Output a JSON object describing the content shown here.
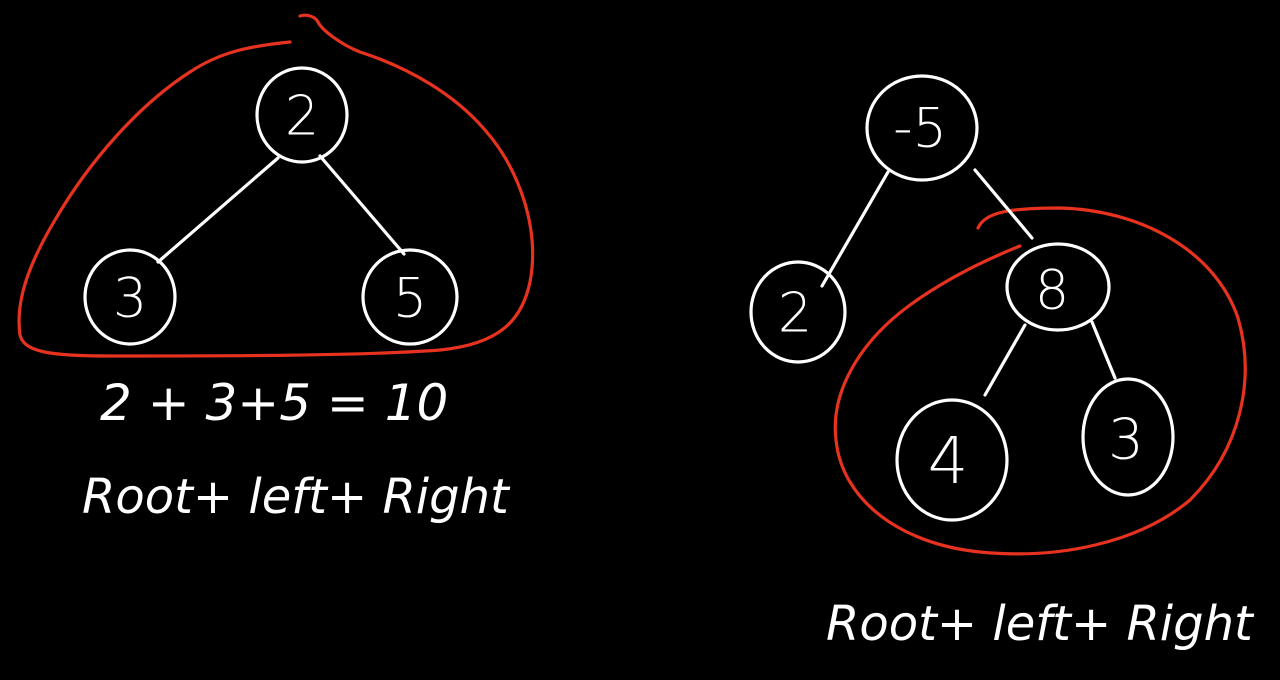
{
  "colors": {
    "background": "#000000",
    "ink": "#ffffff",
    "highlight": "#e6321f"
  },
  "trees": [
    {
      "nodes": [
        {
          "id": "L-root",
          "label": "2"
        },
        {
          "id": "L-left",
          "label": "3"
        },
        {
          "id": "L-right",
          "label": "5"
        }
      ],
      "equation": "2 + 3+5 = 10",
      "caption": "Root+ left+ Right"
    },
    {
      "nodes": [
        {
          "id": "R-root",
          "label": "-5"
        },
        {
          "id": "R-left",
          "label": "2"
        },
        {
          "id": "R-right",
          "label": "8"
        },
        {
          "id": "R-right-left",
          "label": "4"
        },
        {
          "id": "R-right-right",
          "label": "3"
        }
      ],
      "caption": "Root+ left+ Right"
    }
  ]
}
